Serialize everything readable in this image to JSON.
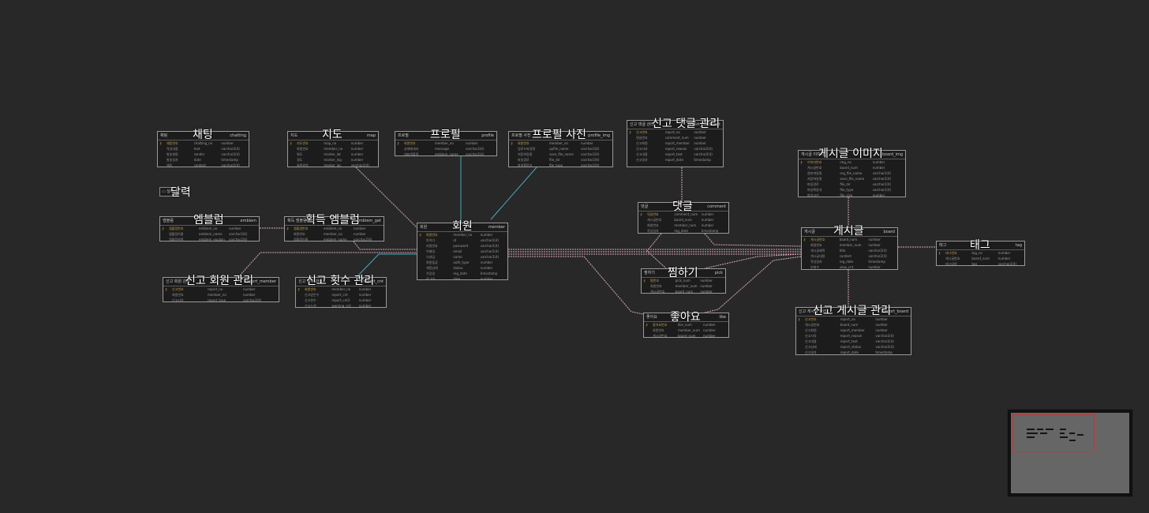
{
  "tables": [
    {
      "key": "chatting",
      "logical": "채팅",
      "physical": "chatting",
      "label": "채팅",
      "columns": [
        [
          "채팅번호",
          "chatting_no",
          "number"
        ],
        [
          "작성내용",
          "text",
          "varchar2(4)"
        ],
        [
          "발송회원",
          "sender",
          "varchar2(4)"
        ],
        [
          "발송일자",
          "date",
          "timestamp"
        ],
        [
          "채팅",
          "content",
          "varchar2(4)"
        ]
      ]
    },
    {
      "key": "map",
      "logical": "지도",
      "physical": "map",
      "label": "지도",
      "columns": [
        [
          "지도번호",
          "map_no",
          "number"
        ],
        [
          "회원번호",
          "member_no",
          "number"
        ],
        [
          "위도",
          "marker_lat",
          "number"
        ],
        [
          "경도",
          "marker_lng",
          "number"
        ],
        [
          "회원위치",
          "marker_loc",
          "varchar2(4)"
        ]
      ]
    },
    {
      "key": "profile",
      "logical": "프로필",
      "physical": "profile",
      "label": "프로필",
      "columns": [
        [
          "회원번호",
          "member_no",
          "number"
        ],
        [
          "상태메세지",
          "message",
          "varchar2(4)"
        ],
        [
          "대표엠블럼",
          "emblem_name",
          "varchar2(4)"
        ]
      ]
    },
    {
      "key": "profile_img",
      "logical": "프로필 사진",
      "physical": "profile_img",
      "label": "프로필 사진",
      "columns": [
        [
          "회원번호",
          "member_no",
          "number"
        ],
        [
          "업로드파일명",
          "upfile_name",
          "varchar2(4)"
        ],
        [
          "저장파일명",
          "save_file_name",
          "varchar2(4)"
        ],
        [
          "파일경로",
          "file_dir",
          "varchar2(4)"
        ],
        [
          "파일확장자",
          "file_type",
          "varchar2(4)"
        ]
      ]
    },
    {
      "key": "report_comment",
      "logical": "신고 댓글 관리",
      "physical": "report_comment",
      "label": "신고 댓글 관리",
      "columns": [
        [
          "신고번호",
          "report_no",
          "number"
        ],
        [
          "댓글번호",
          "comment_num",
          "number"
        ],
        [
          "신고회원",
          "report_member",
          "number"
        ],
        [
          "신고사유",
          "report_reason",
          "varchar2(4)"
        ],
        [
          "신고내용",
          "report_text",
          "varchar2(4)"
        ],
        [
          "신고일자",
          "report_date",
          "timestamp"
        ]
      ]
    },
    {
      "key": "board_img",
      "logical": "게시글 이미지",
      "physical": "board_img",
      "label": "게시글 이미지",
      "columns": [
        [
          "이미지번호",
          "img_no",
          "number"
        ],
        [
          "게시글번호",
          "board_num",
          "number"
        ],
        [
          "원본파일명",
          "org_file_name",
          "varchar2(4)"
        ],
        [
          "저장파일명",
          "save_file_name",
          "varchar2(4)"
        ],
        [
          "파일경로",
          "file_dir",
          "varchar2(4)"
        ],
        [
          "파일확장자",
          "file_type",
          "varchar2(4)"
        ],
        [
          "파일크기",
          "file_size",
          "number"
        ]
      ]
    },
    {
      "key": "emblem",
      "logical": "엠블럼",
      "physical": "emblem",
      "label": "엠블럼",
      "columns": [
        [
          "엠블럼번호",
          "emblem_no",
          "number"
        ],
        [
          "엠블럼이름",
          "emblem_name",
          "varchar2(4)"
        ],
        [
          "엠블럼설명",
          "emblem_explain",
          "varchar2(4)"
        ]
      ]
    },
    {
      "key": "emblem_get",
      "logical": "획득 엠블럼",
      "physical": "emblem_get",
      "label": "획득 엠블럼",
      "columns": [
        [
          "엠블럼번호",
          "emblem_no",
          "number"
        ],
        [
          "회원번호",
          "member_no",
          "number"
        ],
        [
          "엠블럼이름",
          "emblem_name",
          "varchar2(4)"
        ]
      ]
    },
    {
      "key": "member",
      "logical": "회원",
      "physical": "member",
      "label": "회원",
      "columns": [
        [
          "회원번호",
          "member_no",
          "number"
        ],
        [
          "아이디",
          "id",
          "varchar2(4)"
        ],
        [
          "비밀번호",
          "password",
          "varchar2(4)"
        ],
        [
          "이메일",
          "email",
          "varchar2(4)"
        ],
        [
          "닉네임",
          "name",
          "varchar2(4)"
        ],
        [
          "회원등급",
          "auth_type",
          "number"
        ],
        [
          "계정상태",
          "status",
          "number"
        ],
        [
          "가입일",
          "reg_date",
          "timestamp"
        ],
        [
          "로그인",
          "date",
          "number"
        ]
      ]
    },
    {
      "key": "comment",
      "logical": "댓글",
      "physical": "comment",
      "label": "댓글",
      "columns": [
        [
          "댓글번호",
          "comment_num",
          "number"
        ],
        [
          "게시글번호",
          "board_num",
          "number"
        ],
        [
          "회원번호",
          "member_num",
          "number"
        ],
        [
          "작성일자",
          "reg_date",
          "timestamp"
        ]
      ]
    },
    {
      "key": "board",
      "logical": "게시글",
      "physical": "board",
      "label": "게시글",
      "columns": [
        [
          "게시글번호",
          "board_num",
          "number"
        ],
        [
          "회원번호",
          "member_num",
          "number"
        ],
        [
          "게시글제목",
          "title",
          "varchar2(4)"
        ],
        [
          "게시글내용",
          "content",
          "varchar2(4)"
        ],
        [
          "작성일자",
          "reg_date",
          "timestamp"
        ],
        [
          "조회수",
          "view_cnt",
          "number"
        ]
      ]
    },
    {
      "key": "tag",
      "logical": "태그",
      "physical": "tag",
      "label": "태그",
      "columns": [
        [
          "태그번호",
          "tag_no",
          "number"
        ],
        [
          "게시글번호",
          "board_num",
          "number"
        ],
        [
          "태그내용",
          "tag",
          "varchar2(4)"
        ]
      ]
    },
    {
      "key": "report_member",
      "logical": "신고 회원 관리",
      "physical": "report_member",
      "label": "신고 회원 관리",
      "columns": [
        [
          "신고번호",
          "report_no",
          "number"
        ],
        [
          "회원번호",
          "member_no",
          "number"
        ],
        [
          "신고사유",
          "report_type",
          "varchar2(4)"
        ]
      ]
    },
    {
      "key": "report_cnt",
      "logical": "신고 횟수 관리",
      "physical": "report_cnt",
      "label": "신고 횟수 관리",
      "columns": [
        [
          "회원번호",
          "member_no",
          "number"
        ],
        [
          "신고받은수",
          "report_cnt",
          "number"
        ],
        [
          "신고한수",
          "report_cnt2",
          "number"
        ],
        [
          "신고누적",
          "warning_cnt",
          "number"
        ]
      ]
    },
    {
      "key": "pick",
      "logical": "찜하기",
      "physical": "pick",
      "label": "찜하기",
      "columns": [
        [
          "찜번호",
          "pick_num",
          "number"
        ],
        [
          "회원번호",
          "member_num",
          "number"
        ],
        [
          "게시글번호",
          "board_num",
          "number"
        ]
      ]
    },
    {
      "key": "like",
      "logical": "좋아요",
      "physical": "like",
      "label": "좋아요",
      "columns": [
        [
          "좋아요번호",
          "like_num",
          "number"
        ],
        [
          "회원번호",
          "member_num",
          "number"
        ],
        [
          "게시글번호",
          "board_num",
          "number"
        ]
      ]
    },
    {
      "key": "report_board",
      "logical": "신고 게시글 관리",
      "physical": "report_board",
      "label": "신고 게시글 관리",
      "columns": [
        [
          "신고번호",
          "report_no",
          "number"
        ],
        [
          "게시글번호",
          "board_num",
          "number"
        ],
        [
          "신고회원",
          "report_member",
          "number"
        ],
        [
          "신고사유",
          "report_reason",
          "varchar2(4)"
        ],
        [
          "신고내용",
          "report_text",
          "varchar2(4)"
        ],
        [
          "신고상태",
          "report_status",
          "varchar2(4)"
        ],
        [
          "신고일자",
          "report_date",
          "timestamp"
        ]
      ]
    }
  ],
  "memo": {
    "icon": "memo-icon",
    "text": "달력",
    "label": "달력"
  },
  "colors": {
    "background": "#282828",
    "table_bg": "#1c1c1c",
    "table_border": "#9a9a9a",
    "relation_pink": "#d8a8b8",
    "relation_cyan": "#4aa8b8",
    "minimap_viewport": "#c0393b"
  }
}
